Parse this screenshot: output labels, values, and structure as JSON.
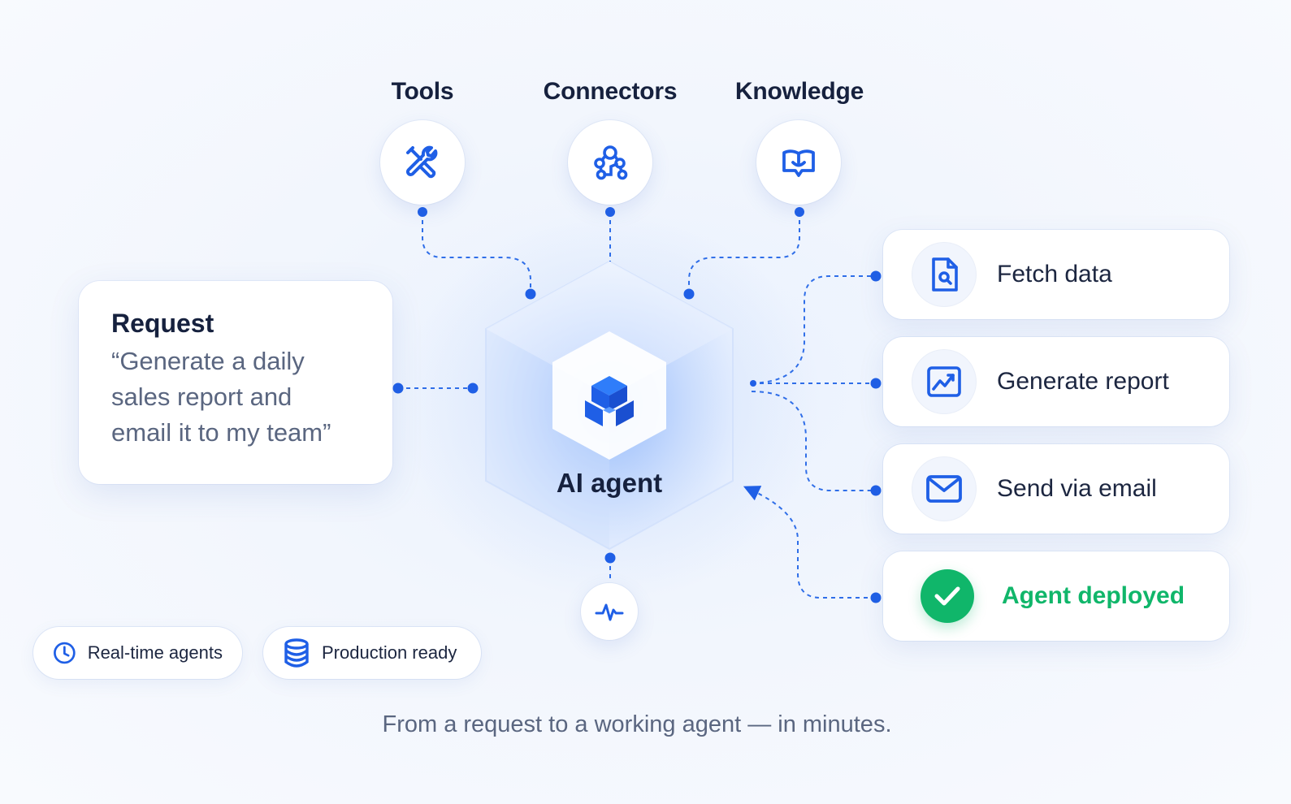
{
  "categories": [
    {
      "label": "Tools",
      "icon": "tools-icon"
    },
    {
      "label": "Connectors",
      "icon": "connectors-icon"
    },
    {
      "label": "Knowledge",
      "icon": "knowledge-icon"
    }
  ],
  "request": {
    "title": "Request",
    "lines": [
      "“Generate a daily",
      "sales report and",
      "email it to my team”"
    ]
  },
  "agent": {
    "label": "AI agent",
    "icon": "agent-cube-icon",
    "monitor_icon": "activity-pulse-icon"
  },
  "steps": [
    {
      "label": "Fetch data",
      "icon": "file-search-icon"
    },
    {
      "label": "Generate report",
      "icon": "chart-report-icon"
    },
    {
      "label": "Send via email",
      "icon": "mail-icon"
    },
    {
      "label": "Agent deployed",
      "icon": "check-circle-icon"
    }
  ],
  "badges": [
    {
      "label": "Real-time agents",
      "icon": "clock-icon"
    },
    {
      "label": "Production ready",
      "icon": "database-icon"
    }
  ],
  "tagline": "From a request to a working agent — in minutes.",
  "colors": {
    "accent": "#1f5fe6",
    "success": "#10b66a",
    "heading": "#16213e",
    "muted": "#5a6680"
  }
}
